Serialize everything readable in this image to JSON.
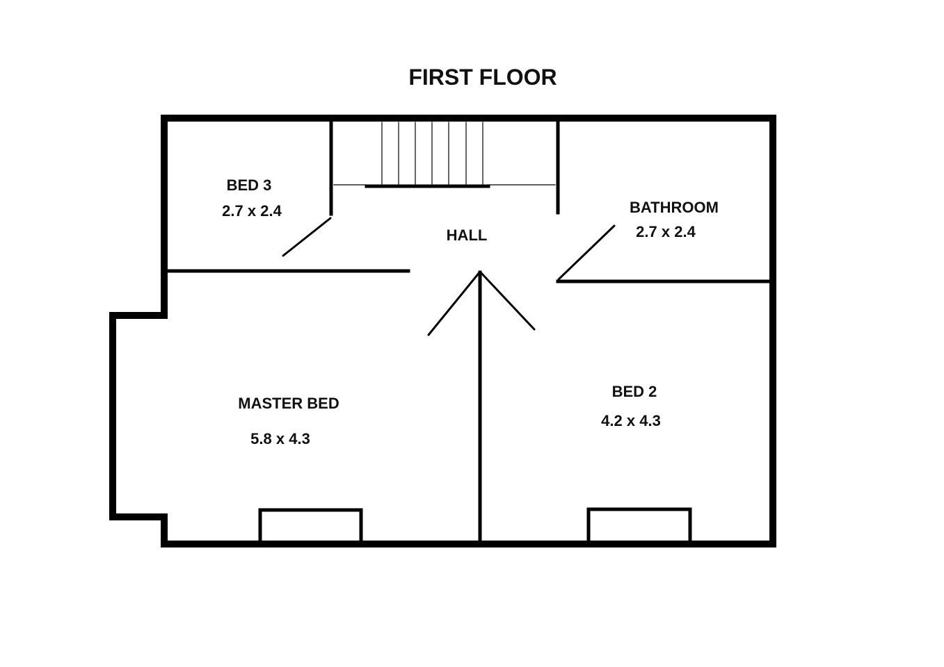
{
  "title": "FIRST FLOOR",
  "rooms": {
    "bed3": {
      "name": "BED 3",
      "size": "2.7 x 2.4"
    },
    "hall": {
      "name": "HALL"
    },
    "bathroom": {
      "name": "BATHROOM",
      "size": "2.7 x 2.4"
    },
    "master": {
      "name": "MASTER BED",
      "size": "5.8 x 4.3"
    },
    "bed2": {
      "name": "BED 2",
      "size": "4.2 x 4.3"
    }
  },
  "colors": {
    "wall": "#000000",
    "background": "#ffffff"
  }
}
